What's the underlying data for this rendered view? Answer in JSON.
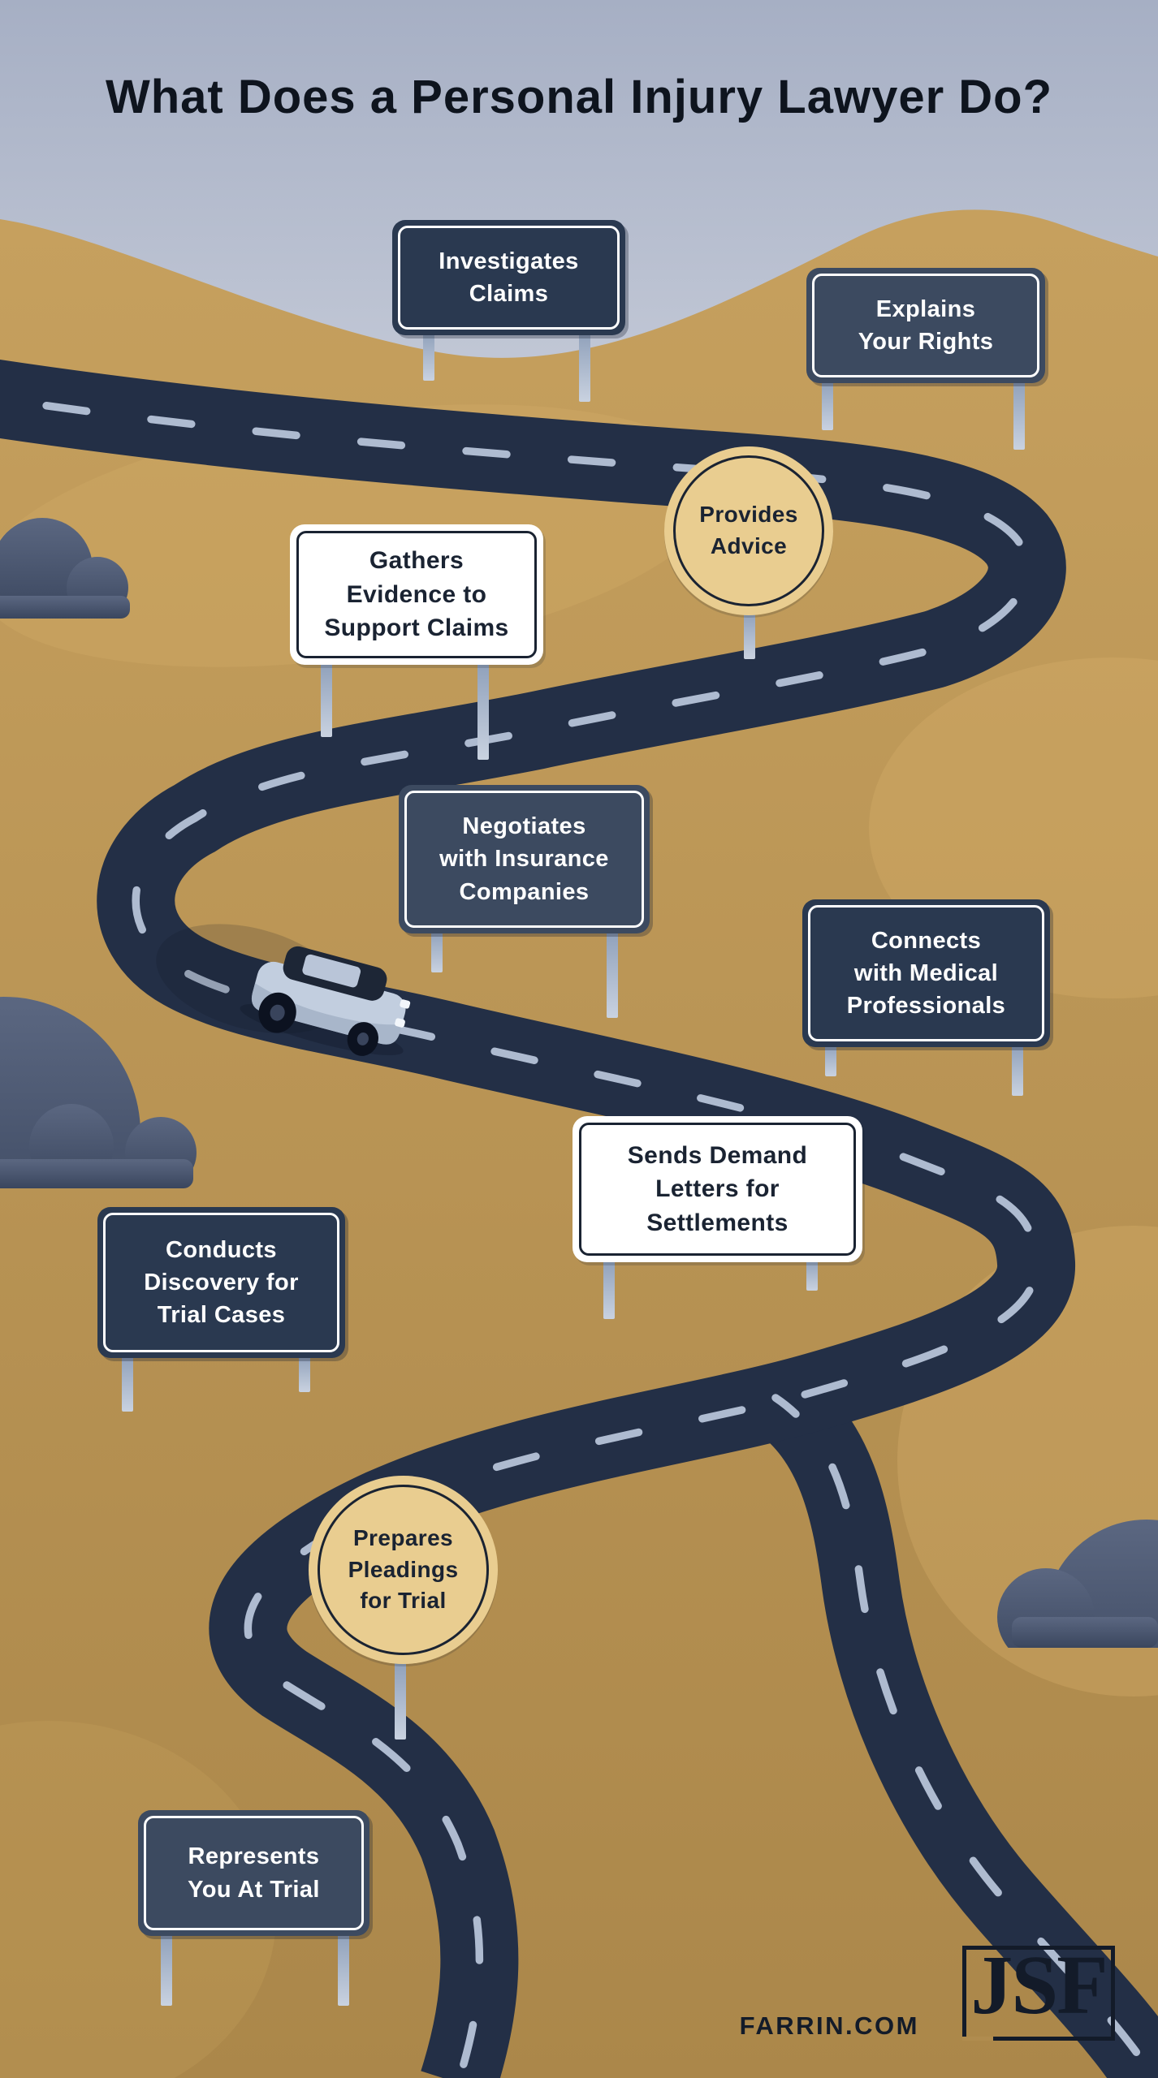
{
  "title": "What Does a Personal Injury Lawyer Do?",
  "signs": [
    {
      "id": "investigates-claims",
      "label": "Investigates\nClaims",
      "style": "billboard-navy"
    },
    {
      "id": "explains-your-rights",
      "label": "Explains\nYour Rights",
      "style": "billboard-slate"
    },
    {
      "id": "provides-advice",
      "label": "Provides\nAdvice",
      "style": "round-gold"
    },
    {
      "id": "gathers-evidence",
      "label": "Gathers\nEvidence to\nSupport Claims",
      "style": "billboard-white"
    },
    {
      "id": "negotiates-insurance",
      "label": "Negotiates\nwith Insurance\nCompanies",
      "style": "billboard-slate"
    },
    {
      "id": "connects-medical",
      "label": "Connects\nwith Medical\nProfessionals",
      "style": "billboard-navy"
    },
    {
      "id": "sends-demand-letters",
      "label": "Sends Demand\nLetters for\nSettlements",
      "style": "billboard-white"
    },
    {
      "id": "conducts-discovery",
      "label": "Conducts\nDiscovery for\nTrial Cases",
      "style": "billboard-navy"
    },
    {
      "id": "prepares-pleadings",
      "label": "Prepares\nPleadings\nfor Trial",
      "style": "round-gold"
    },
    {
      "id": "represents-trial",
      "label": "Represents\nYou At Trial",
      "style": "billboard-slate"
    }
  ],
  "footer": {
    "website": "FARRIN.COM",
    "logo_text": "JSF"
  },
  "scene": {
    "icons": {
      "car": "sedan-car-icon",
      "clouds": "cloud-bush-icon",
      "road": "winding-road-graphic"
    },
    "colors": {
      "sky_top": "#a6afc4",
      "sky_bottom": "#cbd0dc",
      "hill": "#bf9a55",
      "hill_light": "#d9b26c",
      "road": "#232f46",
      "road_dash": "#b6c3d8",
      "sign_navy": "#2a3950",
      "sign_slate": "#3c4a60",
      "sign_gold": "#e9cd90",
      "sign_white": "#ffffff",
      "ink": "#1a2332"
    }
  }
}
